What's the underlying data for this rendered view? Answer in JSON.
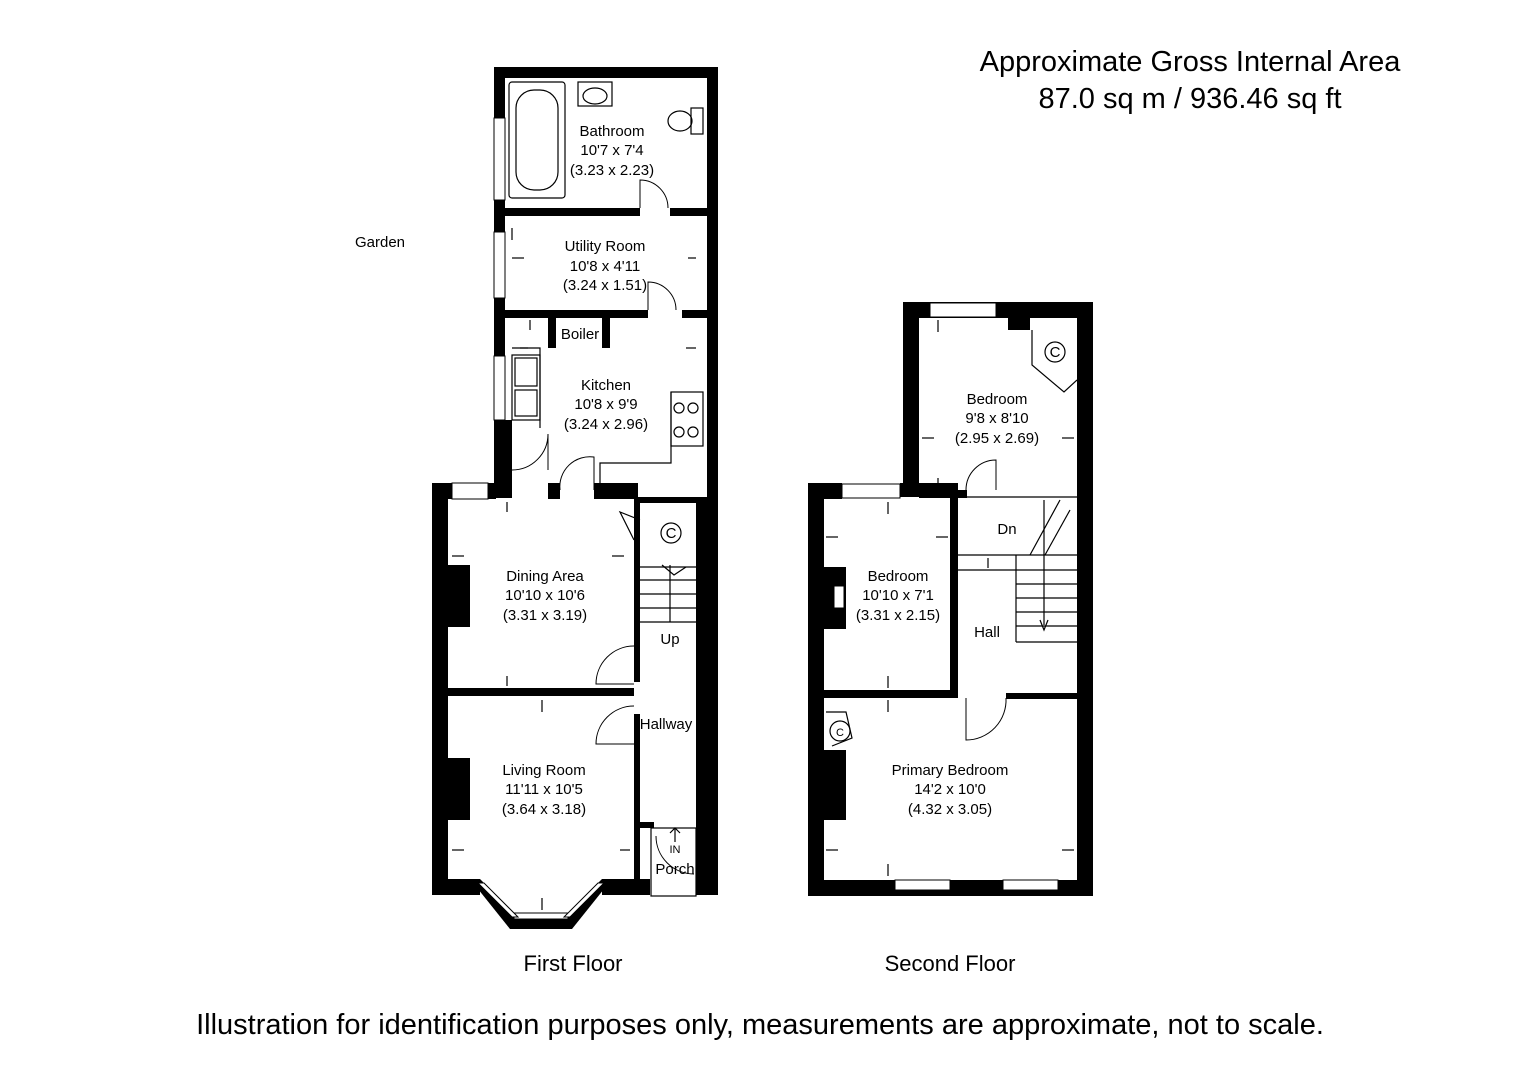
{
  "header": {
    "line1": "Approximate Gross Internal Area",
    "line2": "87.0 sq m / 936.46 sq ft"
  },
  "garden": "Garden",
  "first_floor": {
    "caption": "First Floor",
    "bathroom": {
      "name": "Bathroom",
      "imperial": "10'7 x 7'4",
      "metric": "(3.23 x 2.23)"
    },
    "utility": {
      "name": "Utility Room",
      "imperial": "10'8 x 4'11",
      "metric": "(3.24 x 1.51)"
    },
    "boiler": "Boiler",
    "kitchen": {
      "name": "Kitchen",
      "imperial": "10'8 x 9'9",
      "metric": "(3.24 x 2.96)"
    },
    "dining": {
      "name": "Dining Area",
      "imperial": "10'10 x 10'6",
      "metric": "(3.31 x 3.19)"
    },
    "living": {
      "name": "Living Room",
      "imperial": "11'11 x 10'5",
      "metric": "(3.64 x 3.18)"
    },
    "cupboard": "C",
    "up": "Up",
    "hallway": "Hallway",
    "entry": "IN",
    "porch": "Porch"
  },
  "second_floor": {
    "caption": "Second Floor",
    "bedroom_rear": {
      "name": "Bedroom",
      "imperial": "9'8 x 8'10",
      "metric": "(2.95 x 2.69)"
    },
    "bedroom_middle": {
      "name": "Bedroom",
      "imperial": "10'10 x 7'1",
      "metric": "(3.31 x 2.15)"
    },
    "primary": {
      "name": "Primary Bedroom",
      "imperial": "14'2 x 10'0",
      "metric": "(4.32 x 3.05)"
    },
    "hall": "Hall",
    "down": "Dn",
    "cupboard_rear": "C",
    "cupboard_primary": "C"
  },
  "footer": "Illustration for identification purposes only, measurements are approximate, not to scale."
}
